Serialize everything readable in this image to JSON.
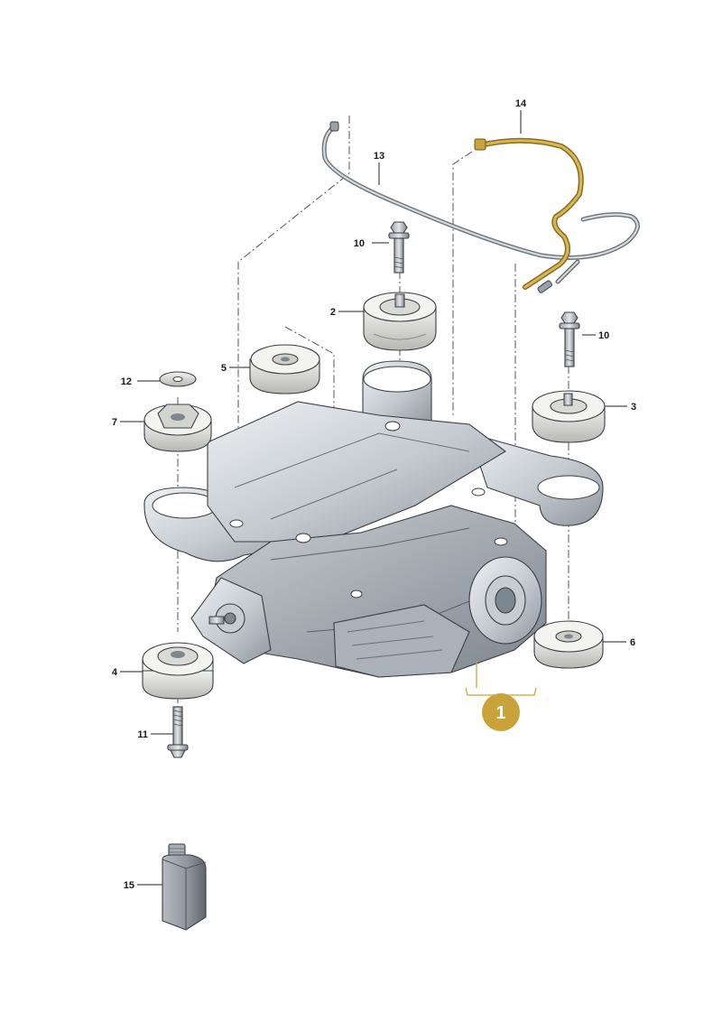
{
  "callouts": {
    "c1": "1",
    "c2": "2",
    "c3": "3",
    "c4": "4",
    "c5": "5",
    "c6": "6",
    "c7": "7",
    "c10a": "10",
    "c10b": "10",
    "c11": "11",
    "c12": "12",
    "c13": "13",
    "c14": "14",
    "c15": "15"
  },
  "colors": {
    "highlight": "#c9a33a",
    "badge": "#c9a33a",
    "metal_light": "#dfe3e7",
    "metal_mid": "#b9c0c7",
    "metal_dark": "#8c949c",
    "rubber": "#d6d6d2",
    "bottle": "#9aa1a8"
  }
}
